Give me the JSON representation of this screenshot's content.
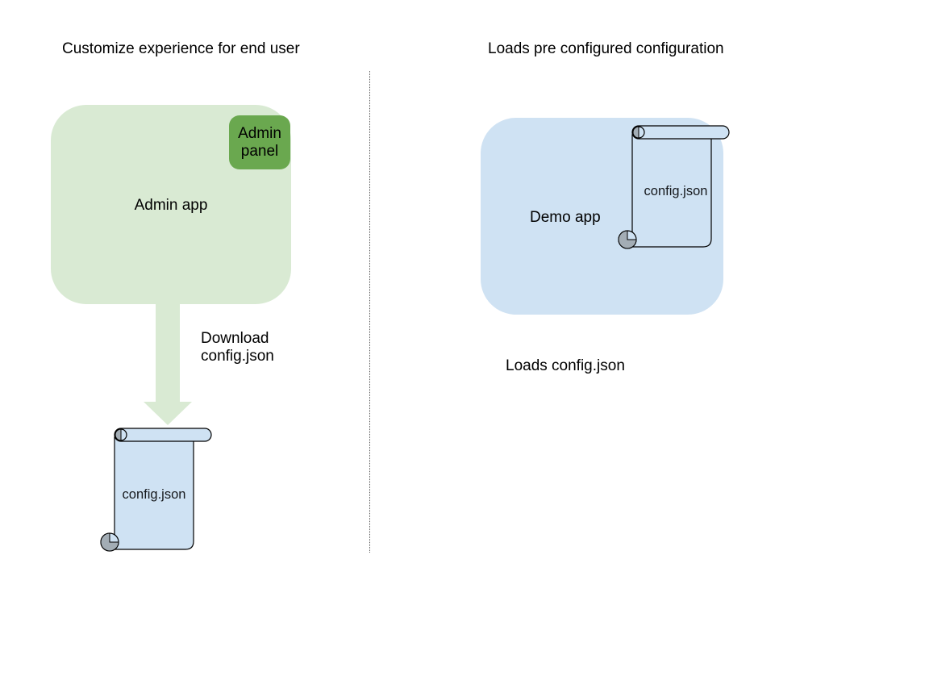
{
  "diagram": {
    "left": {
      "title": "Customize experience for end user",
      "admin_app_label": "Admin app",
      "admin_panel_line1": "Admin",
      "admin_panel_line2": "panel",
      "download_line1": "Download",
      "download_line2": "config.json",
      "config_file_label": "config.json"
    },
    "right": {
      "title": "Loads pre configured configuration",
      "demo_app_label": "Demo app",
      "config_file_label": "config.json",
      "caption": "Loads config.json"
    },
    "colors": {
      "app_green_fill": "#d9ead3",
      "panel_green_fill": "#6aa84f",
      "arrow_green_fill": "#d9ead3",
      "app_blue_fill": "#cfe2f3",
      "scroll_blue_fill": "#cfe2f3",
      "scroll_curl_gray": "#a3adb5",
      "outline_black": "#000000",
      "divider_gray": "#555555",
      "text_black": "#000000",
      "background_white": "#ffffff"
    }
  }
}
